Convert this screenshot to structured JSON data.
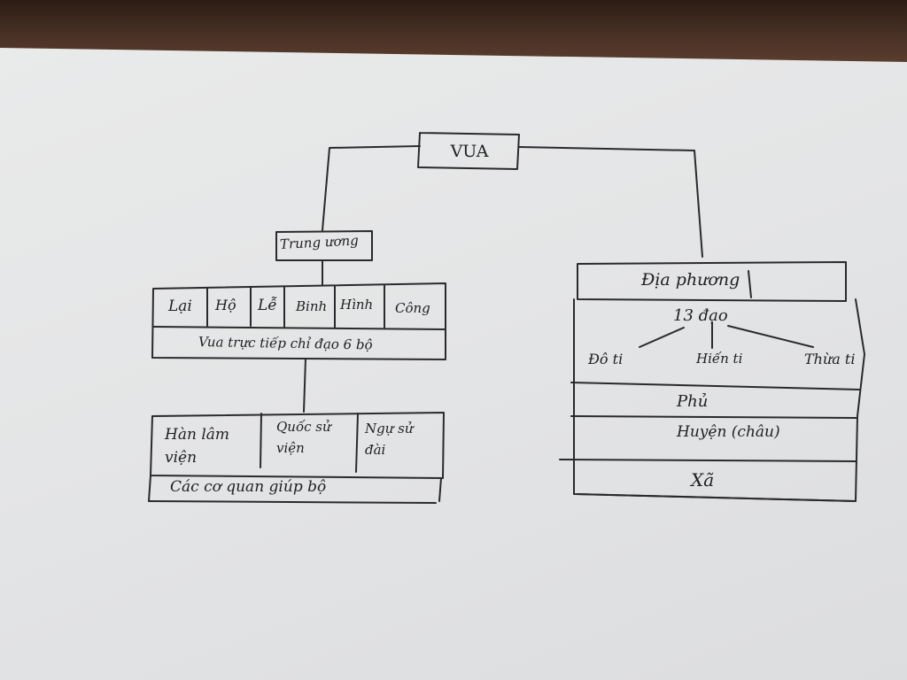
{
  "root": {
    "label": "VUA"
  },
  "central": {
    "label": "Trung ương",
    "ministries": [
      "Lại",
      "Hộ",
      "Lễ",
      "Binh",
      "Hình",
      "Công"
    ],
    "ministries_note": "Vua trực tiếp chỉ đạo 6 bộ",
    "agencies": [
      "Hàn lâm viện",
      "Quốc sử viện",
      "Ngự sử đài"
    ],
    "agencies_note": "Các cơ quan giúp bộ"
  },
  "local": {
    "label": "Địa phương",
    "region": "13 đạo",
    "posts": [
      "Đô ti",
      "Hiến ti",
      "Thừa ti"
    ],
    "levels": [
      "Phủ",
      "Huyện (châu)",
      "Xã"
    ]
  }
}
